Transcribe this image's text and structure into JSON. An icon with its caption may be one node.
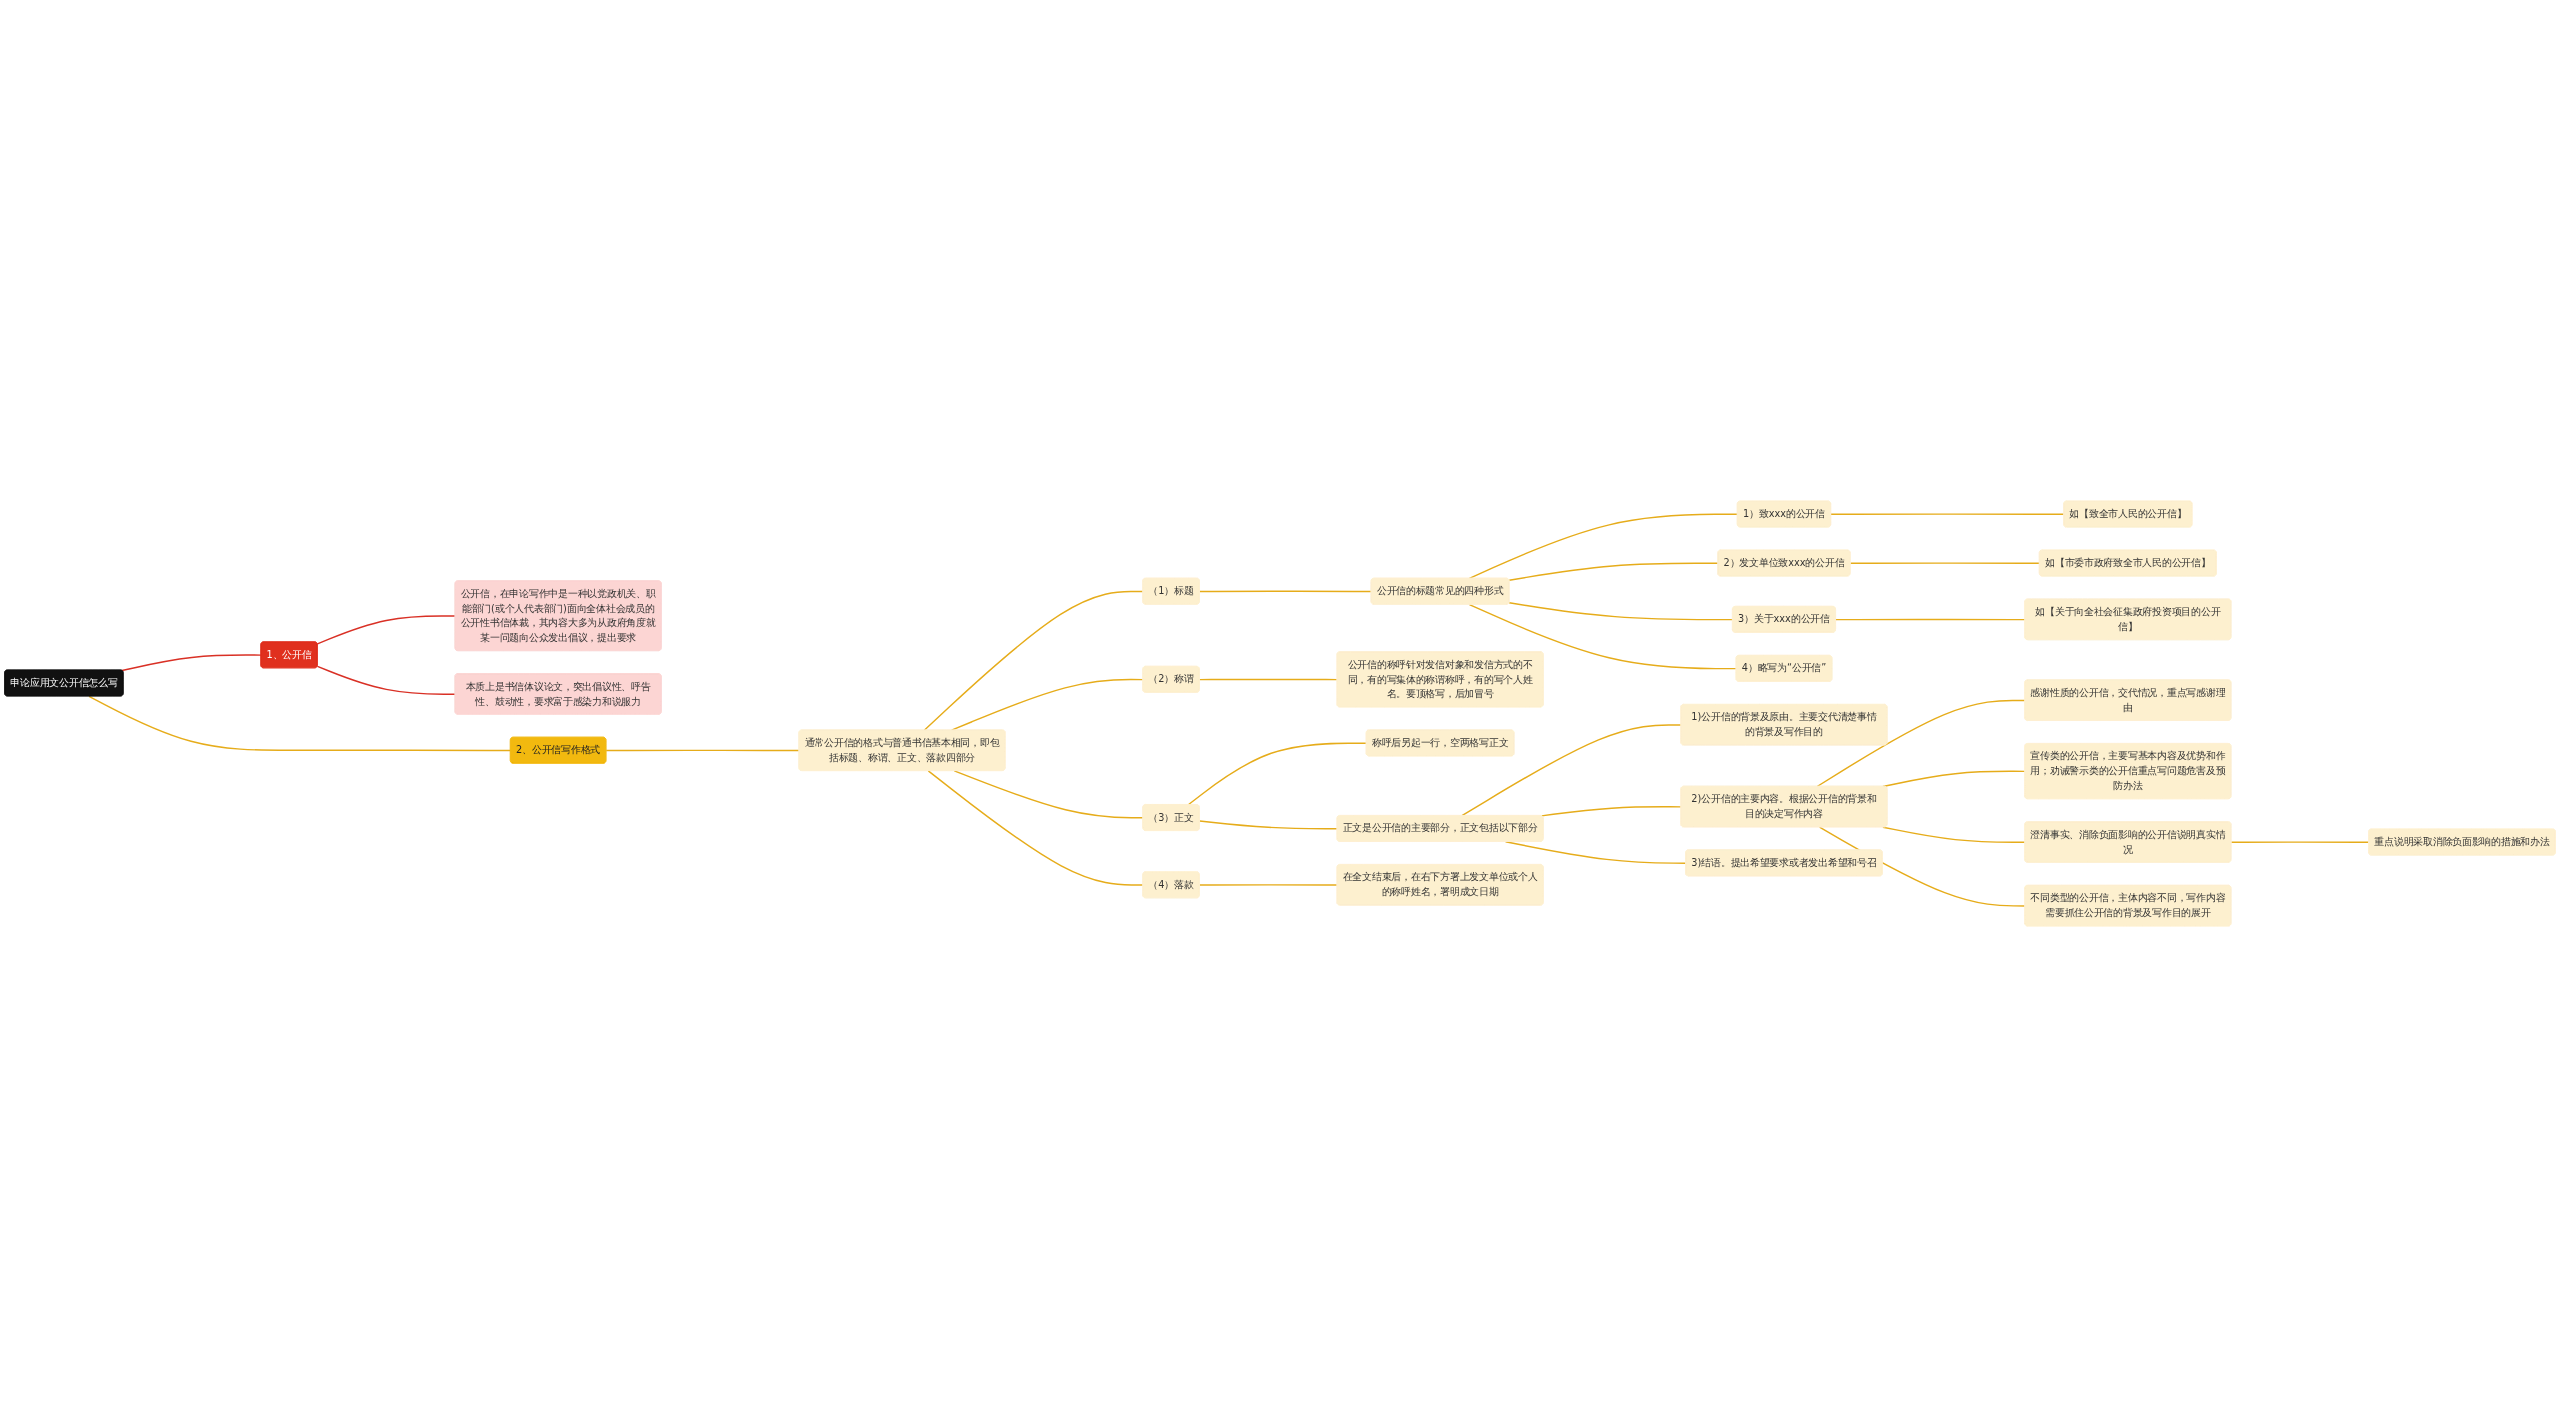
{
  "diagram": {
    "nodes": [
      {
        "text": [
          "申论应用文公开信怎么写"
        ]
      },
      {
        "text": [
          "1、公开信"
        ]
      },
      {
        "text": [
          "公开信，在申论写作中是一种以党政机关、职能部门(或个人代表部门)面向全体社会成员的公开性书信体裁，其内容大多为从政府角度就某一问题向公众发出倡议，提出要求"
        ]
      },
      {
        "text": [
          "本质上是书信体议论文，突出倡议性、呼告性、鼓动性，要求富于感染力和说服力"
        ]
      },
      {
        "text": [
          "2、公开信写作格式"
        ]
      },
      {
        "text": [
          "通常公开信的格式与普通书信基本相同，即包括标题、称谓、正文、落款四部分"
        ]
      },
      {
        "text": [
          "（1）标题"
        ]
      },
      {
        "text": [
          "公开信的标题常见的四种形式"
        ]
      },
      {
        "text": [
          "1）致xxx的公开信"
        ]
      },
      {
        "text": [
          "如【致全市人民的公开信】"
        ]
      },
      {
        "text": [
          "2）发文单位致xxx的公开信"
        ]
      },
      {
        "text": [
          "如【市委市政府致全市人民的公开信】"
        ]
      },
      {
        "text": [
          "3）关于xxx的公开信"
        ]
      },
      {
        "text": [
          "如【关于向全社会征集政府投资项目的公开信】"
        ]
      },
      {
        "text": [
          "4）略写为“公开信”"
        ]
      },
      {
        "text": [
          "（2）称谓"
        ]
      },
      {
        "text": [
          "公开信的称呼针对发信对象和发信方式的不同，有的写集体的称谓称呼，有的写个人姓名。要顶格写，后加冒号"
        ]
      },
      {
        "text": [
          "（3）正文"
        ]
      },
      {
        "text": [
          "称呼后另起一行，空两格写正文"
        ]
      },
      {
        "text": [
          "正文是公开信的主要部分，正文包括以下部分"
        ]
      },
      {
        "text": [
          "1)公开信的背景及原由。主要交代清楚事情的背景及写作目的"
        ]
      },
      {
        "text": [
          "2)公开信的主要内容。根据公开信的背景和目的决定写作内容"
        ]
      },
      {
        "text": [
          "感谢性质的公开信，交代情况，重点写感谢理由"
        ]
      },
      {
        "text": [
          "宣传类的公开信，主要写基本内容及优势和作用；劝诫警示类的公开信重点写问题危害及预防办法"
        ]
      },
      {
        "text": [
          "澄清事实、消除负面影响的公开信说明真实情况"
        ]
      },
      {
        "text": [
          "重点说明采取消除负面影响的措施和办法"
        ]
      },
      {
        "text": [
          "不同类型的公开信，主体内容不同，写作内容需要抓住公开信的背景及写作目的展开"
        ]
      },
      {
        "text": [
          "3)结语。提出希望要求或者发出希望和号召"
        ]
      },
      {
        "text": [
          "（4）落款"
        ]
      },
      {
        "text": [
          "在全文结束后，在右下方署上发文单位或个人的称呼姓名，署明成文日期"
        ]
      }
    ],
    "edges": [
      {
        "from": 0,
        "to": 1,
        "arrow": "none",
        "color": "#d93025"
      },
      {
        "from": 1,
        "to": 2,
        "arrow": "none",
        "color": "#d93025"
      },
      {
        "from": 1,
        "to": 3,
        "arrow": "none",
        "color": "#d93025"
      },
      {
        "from": 0,
        "to": 4,
        "arrow": "none"
      },
      {
        "from": 4,
        "to": 5,
        "arrow": "none"
      },
      {
        "from": 5,
        "to": 6,
        "arrow": "none"
      },
      {
        "from": 6,
        "to": 7,
        "arrow": "none"
      },
      {
        "from": 7,
        "to": 8,
        "arrow": "none"
      },
      {
        "from": 8,
        "to": 9,
        "arrow": "none"
      },
      {
        "from": 7,
        "to": 10,
        "arrow": "none"
      },
      {
        "from": 10,
        "to": 11,
        "arrow": "none"
      },
      {
        "from": 7,
        "to": 12,
        "arrow": "none"
      },
      {
        "from": 12,
        "to": 13,
        "arrow": "none"
      },
      {
        "from": 7,
        "to": 14,
        "arrow": "none"
      },
      {
        "from": 5,
        "to": 15,
        "arrow": "none"
      },
      {
        "from": 15,
        "to": 16,
        "arrow": "none"
      },
      {
        "from": 5,
        "to": 17,
        "arrow": "none"
      },
      {
        "from": 17,
        "to": 18,
        "arrow": "none"
      },
      {
        "from": 17,
        "to": 19,
        "arrow": "none"
      },
      {
        "from": 19,
        "to": 20,
        "arrow": "none"
      },
      {
        "from": 19,
        "to": 21,
        "arrow": "none"
      },
      {
        "from": 21,
        "to": 22,
        "arrow": "none"
      },
      {
        "from": 21,
        "to": 23,
        "arrow": "none"
      },
      {
        "from": 21,
        "to": 24,
        "arrow": "none"
      },
      {
        "from": 24,
        "to": 25,
        "arrow": "none"
      },
      {
        "from": 21,
        "to": 26,
        "arrow": "none"
      },
      {
        "from": 19,
        "to": 27,
        "arrow": "none"
      },
      {
        "from": 5,
        "to": 28,
        "arrow": "none"
      },
      {
        "from": 28,
        "to": 29,
        "arrow": "none"
      }
    ]
  }
}
